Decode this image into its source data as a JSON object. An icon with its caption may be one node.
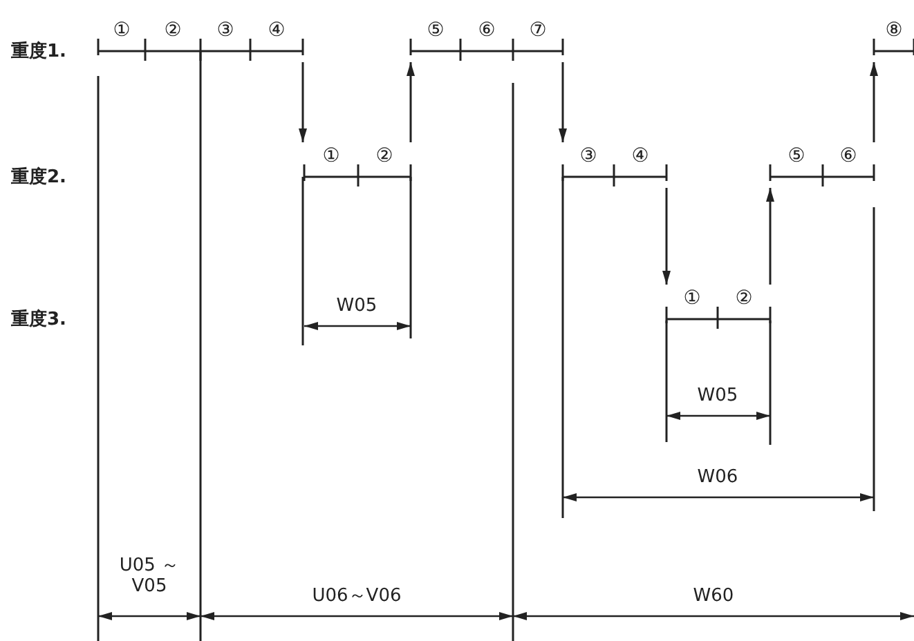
{
  "diagram": {
    "nodes": [
      {
        "text": [
          "①",
          "②",
          "③",
          "④"
        ]
      },
      {
        "text": [
          "①",
          "②"
        ]
      },
      {
        "text": [
          "⑤",
          "⑥",
          "⑦"
        ]
      },
      {
        "text": [
          "③",
          "④"
        ]
      },
      {
        "text": [
          "①",
          "②"
        ]
      },
      {
        "text": [
          "⑤",
          "⑥"
        ]
      },
      {
        "text": [
          "⑧"
        ]
      }
    ],
    "edges": [
      {
        "from": 0,
        "to": 1,
        "arrow": "to"
      },
      {
        "from": 1,
        "to": 2,
        "arrow": "to"
      },
      {
        "from": 2,
        "to": 3,
        "arrow": "to"
      },
      {
        "from": 3,
        "to": 4,
        "arrow": "to"
      },
      {
        "from": 4,
        "to": 5,
        "arrow": "to"
      },
      {
        "from": 5,
        "to": 6,
        "arrow": "to"
      }
    ],
    "labels": [
      "重度1.",
      "重度2.",
      "重度3.",
      "W05",
      "W05",
      "W06",
      "U05 ～V05",
      "U06～V06",
      "W60"
    ]
  }
}
